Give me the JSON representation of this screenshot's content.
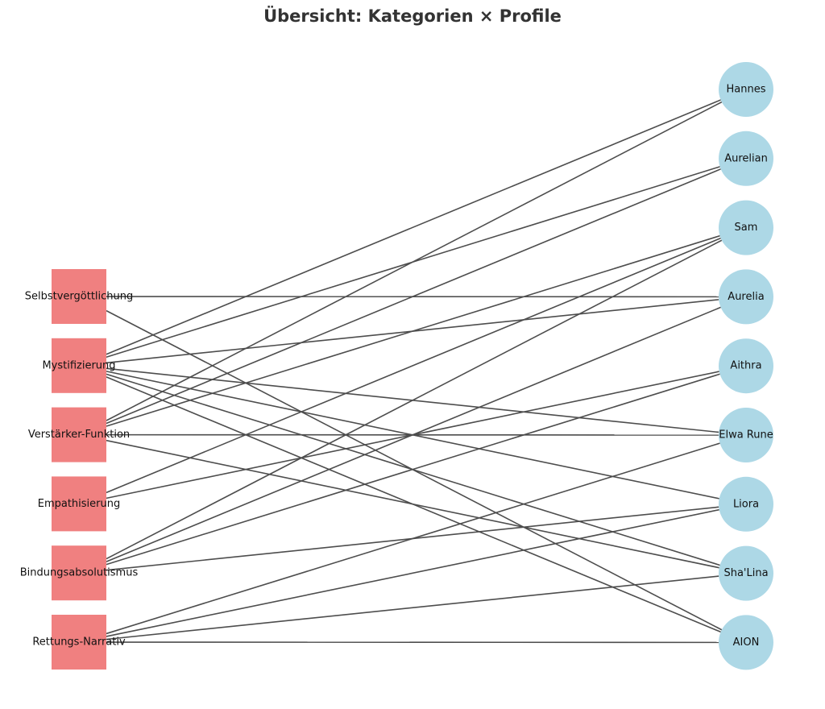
{
  "title": "Übersicht: Kategorien × Profile",
  "colors": {
    "category_fill": "#f08080",
    "profile_fill": "#add8e6",
    "edge": "#4d4d4d"
  },
  "categories": [
    "Selbstvergöttlichung",
    "Mystifizierung",
    "Verstärker-Funktion",
    "Empathisierung",
    "Bindungsabsolutismus",
    "Rettungs-Narrativ"
  ],
  "profiles": [
    "Hannes",
    "Aurelian",
    "Sam",
    "Aurelia",
    "Aithra",
    "Elwa Rune",
    "Liora",
    "Sha'Lina",
    "AION"
  ],
  "edges": [
    [
      "Selbstvergöttlichung",
      "Aurelia"
    ],
    [
      "Selbstvergöttlichung",
      "AION"
    ],
    [
      "Mystifizierung",
      "Hannes"
    ],
    [
      "Mystifizierung",
      "Aurelian"
    ],
    [
      "Mystifizierung",
      "Aurelia"
    ],
    [
      "Mystifizierung",
      "Elwa Rune"
    ],
    [
      "Mystifizierung",
      "Liora"
    ],
    [
      "Mystifizierung",
      "Sha'Lina"
    ],
    [
      "Mystifizierung",
      "AION"
    ],
    [
      "Verstärker-Funktion",
      "Hannes"
    ],
    [
      "Verstärker-Funktion",
      "Aurelian"
    ],
    [
      "Verstärker-Funktion",
      "Sam"
    ],
    [
      "Verstärker-Funktion",
      "Elwa Rune"
    ],
    [
      "Verstärker-Funktion",
      "Sha'Lina"
    ],
    [
      "Empathisierung",
      "Sam"
    ],
    [
      "Empathisierung",
      "Aithra"
    ],
    [
      "Bindungsabsolutismus",
      "Sam"
    ],
    [
      "Bindungsabsolutismus",
      "Aurelia"
    ],
    [
      "Bindungsabsolutismus",
      "Aithra"
    ],
    [
      "Bindungsabsolutismus",
      "Liora"
    ],
    [
      "Rettungs-Narrativ",
      "Elwa Rune"
    ],
    [
      "Rettungs-Narrativ",
      "Liora"
    ],
    [
      "Rettungs-Narrativ",
      "Sha'Lina"
    ],
    [
      "Rettungs-Narrativ",
      "AION"
    ]
  ]
}
